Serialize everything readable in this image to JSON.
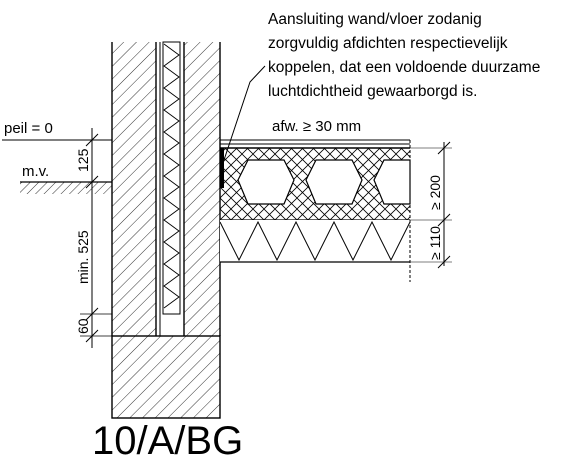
{
  "note": {
    "lines": [
      "Aansluiting wand/vloer zodanig",
      "zorgvuldig afdichten respectievelijk",
      "koppelen, dat een voldoende duurzame",
      "luchtdichtheid gewaarborgd is."
    ]
  },
  "labels": {
    "peil": "peil = 0",
    "mv": "m.v.",
    "afw": "afw. ≥ 30 mm"
  },
  "dimensions": {
    "d125": "125",
    "d525": "min. 525",
    "d60": "60",
    "d200": "≥ 200",
    "d110": "≥ 110"
  },
  "detail_code": "10/A/BG"
}
